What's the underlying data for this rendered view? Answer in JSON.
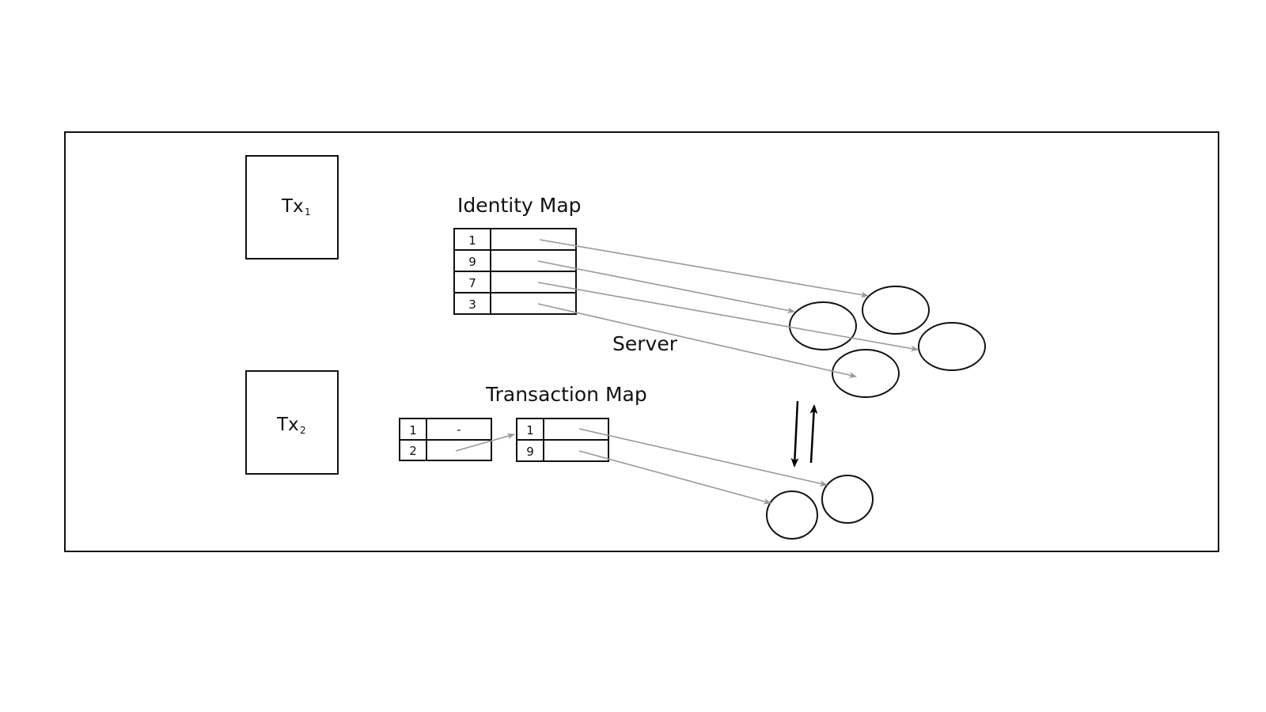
{
  "transactions": {
    "tx1": {
      "label": "Tx",
      "sub": "1"
    },
    "tx2": {
      "label": "Tx",
      "sub": "2"
    }
  },
  "server_label": "Server",
  "identity_map": {
    "title": "Identity Map",
    "keys": [
      "1",
      "9",
      "7",
      "3"
    ]
  },
  "transaction_map": {
    "title": "Transaction Map",
    "index_table": {
      "keys": [
        "1",
        "2"
      ],
      "values": [
        "-",
        ""
      ]
    },
    "entry_table": {
      "keys": [
        "1",
        "9"
      ]
    }
  },
  "colors": {
    "stroke": "#111111",
    "reference_arrow": "#999999",
    "flow_arrow": "#000000"
  }
}
